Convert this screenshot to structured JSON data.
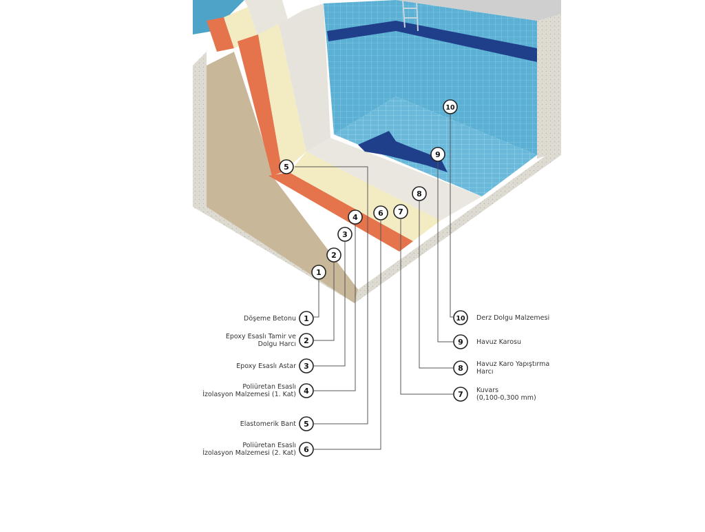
{
  "markers": [
    "1",
    "2",
    "3",
    "4",
    "5",
    "6",
    "7",
    "8",
    "9",
    "10"
  ],
  "legend": {
    "left": [
      {
        "num": "1",
        "lines": [
          "Döşeme Betonu"
        ]
      },
      {
        "num": "2",
        "lines": [
          "Epoxy Esaslı Tamir ve",
          "Dolgu Harcı"
        ]
      },
      {
        "num": "3",
        "lines": [
          "Epoxy Esaslı Astar"
        ]
      },
      {
        "num": "4",
        "lines": [
          "Poliüretan Esaslı",
          "İzolasyon Malzemesi (1. Kat)"
        ]
      },
      {
        "num": "5",
        "lines": [
          "Elastomerik Bant"
        ]
      },
      {
        "num": "6",
        "lines": [
          "Poliüretan Esaslı",
          "İzolasyon Malzemesi (2. Kat)"
        ]
      }
    ],
    "right": [
      {
        "num": "10",
        "lines": [
          "Derz Dolgu Malzemesi"
        ]
      },
      {
        "num": "9",
        "lines": [
          "Havuz Karosu"
        ]
      },
      {
        "num": "8",
        "lines": [
          "Havuz Karo Yapıştırma",
          "Harcı"
        ]
      },
      {
        "num": "7",
        "lines": [
          "Kuvars",
          "(0,100-0,300 mm)"
        ]
      }
    ]
  },
  "colors": {
    "tile": "#4ea3c9",
    "tile_dark": "#1f3f8a",
    "concrete": "#d9d6cc",
    "membrane_orange": "#e5734b",
    "primer_tan": "#c9b79a",
    "cream": "#f3ecc2",
    "line": "#555555"
  }
}
